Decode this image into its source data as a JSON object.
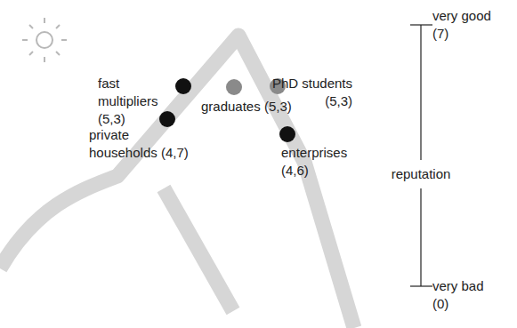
{
  "diagram": {
    "labels": [
      "fast multipliers (5,3)",
      "graduates (5,3)",
      "PhD students (5,3)",
      "private households (4,7)",
      "enterprises (4,6)",
      "very good (7)",
      "reputation",
      "very bad (0)"
    ]
  }
}
